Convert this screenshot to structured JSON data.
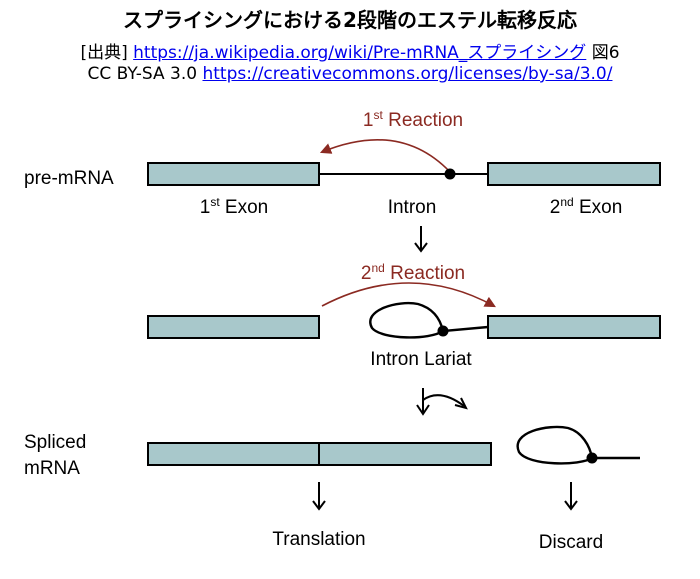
{
  "header": {
    "title": "スプライシングにおける2段階のエステル転移反応",
    "citation_prefix": "[出典]",
    "citation_url": "https://ja.wikipedia.org/wiki/Pre-mRNA_スプライシング",
    "citation_suffix": "図6",
    "license_prefix": "CC BY-SA 3.0",
    "license_url": "https://creativecommons.org/licenses/by-sa/3.0/"
  },
  "diagram": {
    "reaction1": {
      "prefix": "1",
      "sup": "st",
      "suffix": " Reaction"
    },
    "reaction2": {
      "prefix": "2",
      "sup": "nd",
      "suffix": " Reaction"
    },
    "pre_mrna_label": "pre-mRNA",
    "exon1": {
      "prefix": "1",
      "sup": "st",
      "suffix": " Exon"
    },
    "intron_label": "Intron",
    "exon2": {
      "prefix": "2",
      "sup": "nd",
      "suffix": " Exon"
    },
    "intron_lariat_label": "Intron Lariat",
    "spliced_label_line1": "Spliced",
    "spliced_label_line2": "mRNA",
    "translation_label": "Translation",
    "discard_label": "Discard"
  },
  "colors": {
    "exon_fill": "#a8c8cb",
    "reaction_color": "#8b2a22",
    "link_color": "#0000ee"
  }
}
